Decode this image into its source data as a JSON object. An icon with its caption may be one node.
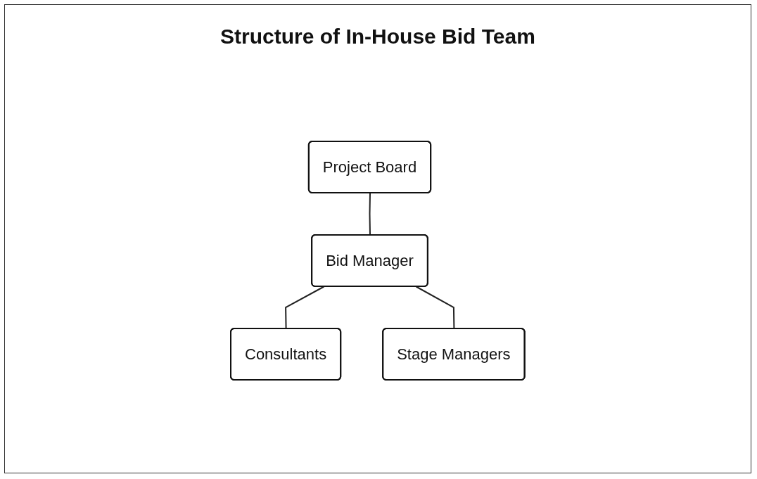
{
  "diagram": {
    "title": "Structure of In-House Bid Team",
    "nodes": [
      {
        "text": [
          "Project Board"
        ]
      },
      {
        "text": [
          "Bid Manager"
        ]
      },
      {
        "text": [
          "Consultants"
        ]
      },
      {
        "text": [
          "Stage Managers"
        ]
      }
    ],
    "edges": [
      {
        "from": 0,
        "to": 1,
        "arrow": "none"
      },
      {
        "from": 1,
        "to": 2,
        "arrow": "none"
      },
      {
        "from": 1,
        "to": 3,
        "arrow": "none"
      }
    ]
  }
}
